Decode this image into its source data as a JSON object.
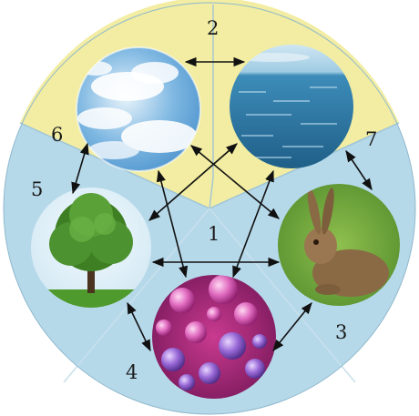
{
  "colors": {
    "sector_yellow": "#f2eda2",
    "sector_blue": "#b6d9ea",
    "divider": "#9fc4d6",
    "arrow": "#111111"
  },
  "nodes": {
    "center": {
      "number": "1",
      "label_icon": "cycle-center"
    },
    "sky": {
      "number": "6",
      "image": "clouds-in-sky-icon"
    },
    "water": {
      "number": "7",
      "image": "sea-water-icon"
    },
    "top_sector": {
      "number": "2"
    },
    "tree": {
      "number": "5",
      "image": "tree-icon"
    },
    "hare": {
      "number": "3",
      "image": "hare-icon"
    },
    "bacteria": {
      "number": "4",
      "image": "microorganisms-icon"
    }
  }
}
